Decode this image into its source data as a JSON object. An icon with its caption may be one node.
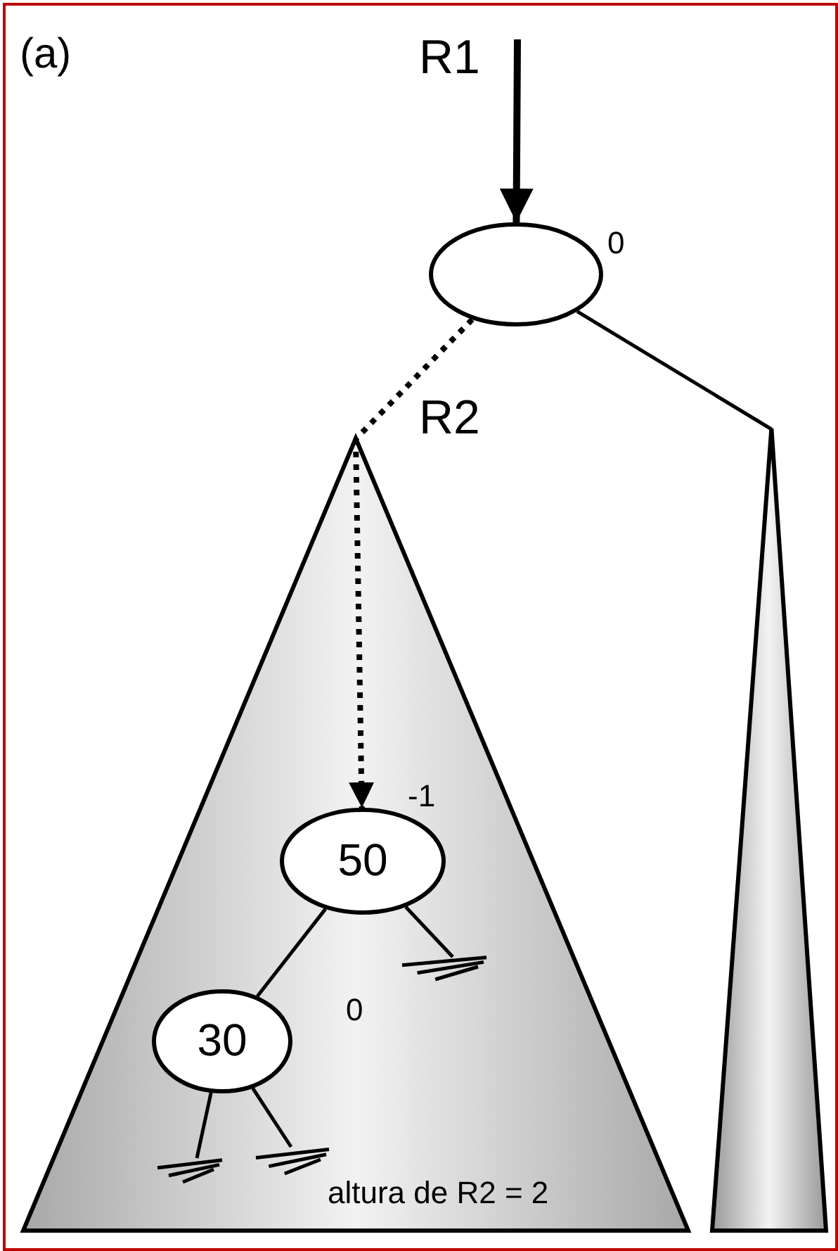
{
  "diagram": {
    "nodes": [
      {
        "text": [],
        "shape": "ellipse",
        "beside": [
          "0"
        ]
      },
      {
        "text": [
          "altura de R2 = 2"
        ]
      },
      {
        "text": [],
        "shape": "triangle"
      },
      {
        "text": [
          "50"
        ],
        "in": 1,
        "beside": [
          "-1"
        ]
      },
      {
        "text": [
          "30"
        ],
        "in": 1,
        "beside": [
          "0"
        ]
      },
      {
        "text": [],
        "shape": "ground",
        "in": 1
      },
      {
        "text": [],
        "shape": "ground",
        "in": 1
      },
      {
        "text": [],
        "shape": "ground",
        "in": 1
      }
    ],
    "edges": [
      {
        "from": null,
        "to": 0,
        "arrow": "to",
        "label": "R1",
        "style": "thick"
      },
      {
        "from": 0,
        "to": 1,
        "arrow": "none",
        "label": "R2",
        "style": "dashed"
      },
      {
        "from": 0,
        "to": 2,
        "arrow": "none"
      },
      {
        "from": 1,
        "to": 3,
        "arrow": "to",
        "style": "dashed"
      },
      {
        "from": 3,
        "to": 4,
        "arrow": "none"
      },
      {
        "from": 3,
        "to": 5,
        "arrow": "none"
      },
      {
        "from": 4,
        "to": 6,
        "arrow": "none"
      },
      {
        "from": 4,
        "to": 7,
        "arrow": "none"
      }
    ],
    "labels": [
      "(a)"
    ]
  }
}
